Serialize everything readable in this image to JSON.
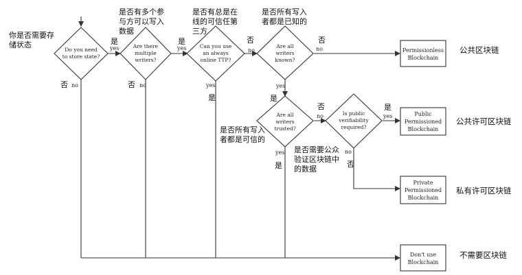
{
  "intro_label": [
    "你是否需要存",
    "储状态"
  ],
  "decisions": {
    "d1": {
      "lines": [
        "Do you need",
        "to store state?"
      ]
    },
    "d2": {
      "lines": [
        "Are there",
        "multiple",
        "writers?"
      ]
    },
    "d3": {
      "lines": [
        "Can you use",
        "an always",
        "online TTP?"
      ]
    },
    "d4": {
      "lines": [
        "Are all",
        "writers",
        "known?"
      ]
    },
    "d5": {
      "lines": [
        "Are all",
        "writers",
        "trusted?"
      ]
    },
    "d6": {
      "lines": [
        "Is public",
        "verifiability",
        "required?"
      ]
    }
  },
  "results": {
    "r1": {
      "lines": [
        "Permissionless",
        "Blockchain"
      ],
      "zh": "公共区块链"
    },
    "r2": {
      "lines": [
        "Public",
        "Permissioned",
        "Blockchain"
      ],
      "zh": "公共许可区块链"
    },
    "r3": {
      "lines": [
        "Private",
        "Permissioned",
        "Blockchain"
      ],
      "zh": "私有许可区块链"
    },
    "r4": {
      "lines": [
        "Don't use",
        "Blockchain"
      ],
      "zh": "不需要区块链"
    }
  },
  "annotations": {
    "q2": [
      "是否有多个参",
      "与方可以写入",
      "数据"
    ],
    "q3": [
      "是否有总是在",
      "线的可信任第",
      "三方"
    ],
    "q4": [
      "是否所有写入",
      "者都是已知的"
    ],
    "q5": [
      "是否所有写入",
      "者都是可信的"
    ],
    "q6": [
      "是否需要公众",
      "验证区块链中",
      "的数据"
    ]
  },
  "edge_labels": {
    "yes": "yes",
    "no": "no",
    "yes_zh": "是",
    "no_zh": "否"
  }
}
